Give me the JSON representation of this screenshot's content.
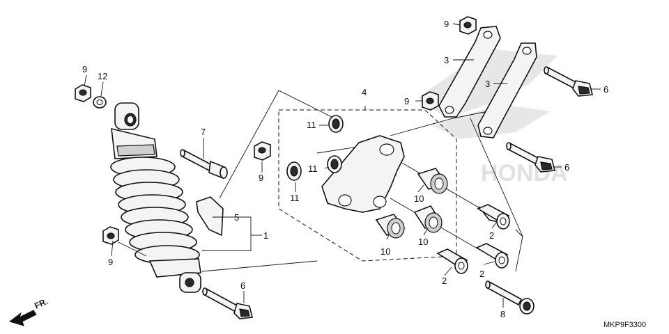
{
  "diagram": {
    "brand_watermark": "HONDA",
    "drawing_code": "MKP9F3300",
    "direction_indicator": "FR.",
    "callouts": [
      {
        "id": "c-9-a",
        "text": "9"
      },
      {
        "id": "c-12",
        "text": "12"
      },
      {
        "id": "c-7",
        "text": "7"
      },
      {
        "id": "c-9-b",
        "text": "9"
      },
      {
        "id": "c-5",
        "text": "5"
      },
      {
        "id": "c-1",
        "text": "1"
      },
      {
        "id": "c-9-c",
        "text": "9"
      },
      {
        "id": "c-6-a",
        "text": "6"
      },
      {
        "id": "c-4",
        "text": "4"
      },
      {
        "id": "c-11-a",
        "text": "11"
      },
      {
        "id": "c-11-b",
        "text": "11"
      },
      {
        "id": "c-11-c",
        "text": "11"
      },
      {
        "id": "c-10-a",
        "text": "10"
      },
      {
        "id": "c-10-b",
        "text": "10"
      },
      {
        "id": "c-10-c",
        "text": "10"
      },
      {
        "id": "c-9-d",
        "text": "9"
      },
      {
        "id": "c-3-a",
        "text": "3"
      },
      {
        "id": "c-3-b",
        "text": "3"
      },
      {
        "id": "c-9-e",
        "text": "9"
      },
      {
        "id": "c-6-b",
        "text": "6"
      },
      {
        "id": "c-6-c",
        "text": "6"
      },
      {
        "id": "c-2-a",
        "text": "2"
      },
      {
        "id": "c-2-b",
        "text": "2"
      },
      {
        "id": "c-2-c",
        "text": "2"
      },
      {
        "id": "c-8",
        "text": "8"
      }
    ]
  }
}
